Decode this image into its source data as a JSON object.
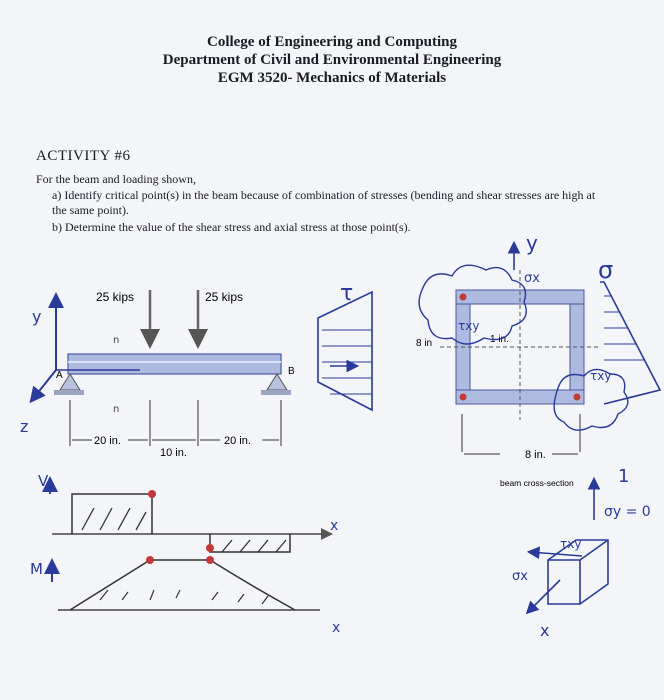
{
  "header": {
    "college": "College of Engineering and Computing",
    "department": "Department of Civil and Environmental Engineering",
    "course": "EGM 3520- Mechanics of Materials"
  },
  "activity": {
    "title": "ACTIVITY #6",
    "prompt": "For the beam and loading shown,",
    "items": [
      "a)  Identify critical point(s) in the beam because of combination of stresses (bending and shear stresses are high at the same point).",
      "b)  Determine the value of the shear stress and axial stress at those point(s)."
    ]
  },
  "beam": {
    "load_left": "25 kips",
    "load_right": "25 kips",
    "dim_left": "20 in.",
    "dim_middle": "10 in.",
    "dim_right": "20 in.",
    "support_a": "A",
    "support_b": "B"
  },
  "cross_section": {
    "dim_width": "8 in.",
    "dim_height": "1 in.",
    "dim_side": "8 in",
    "caption": "beam cross-section"
  },
  "handwritten": {
    "v_label": "V",
    "m_label": "M",
    "x_axis": "x",
    "x_axis_2": "x",
    "tau": "τ",
    "sigma": "σ",
    "y_axis": "y",
    "z_axis": "z",
    "y_axis_2": "y",
    "x_axis_3": "x",
    "sigma_y_zero": "σy = 0",
    "sigma_x": "σx",
    "tau_xy": "τxy",
    "n_mark": "n",
    "one_mark": "1"
  }
}
